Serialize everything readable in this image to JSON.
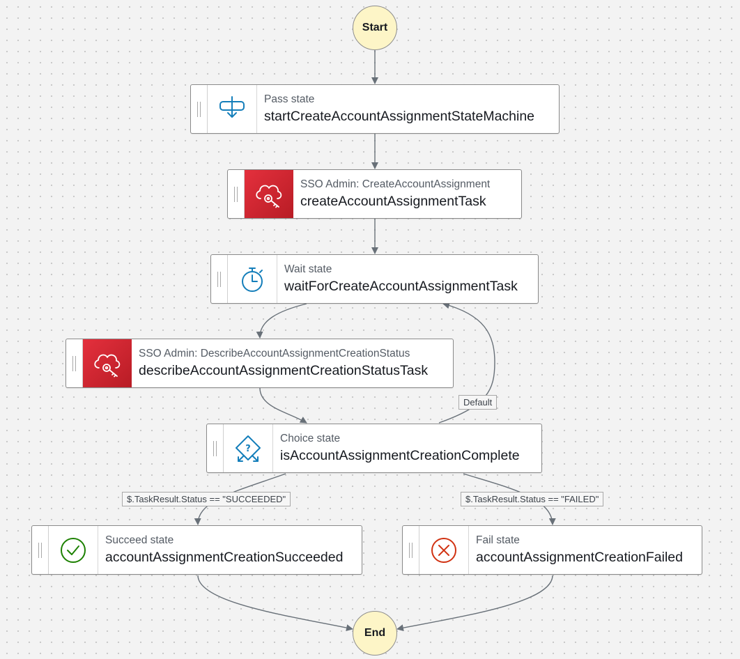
{
  "terminals": {
    "start": "Start",
    "end": "End"
  },
  "states": {
    "pass": {
      "type": "Pass state",
      "name": "startCreateAccountAssignmentStateMachine",
      "icon": "pass-state-icon"
    },
    "create": {
      "type": "SSO Admin: CreateAccountAssignment",
      "name": "createAccountAssignmentTask",
      "icon": "sso-admin-icon"
    },
    "wait": {
      "type": "Wait state",
      "name": "waitForCreateAccountAssignmentTask",
      "icon": "stopwatch-icon"
    },
    "describe": {
      "type": "SSO Admin: DescribeAccountAssignmentCreationStatus",
      "name": "describeAccountAssignmentCreationStatusTask",
      "icon": "sso-admin-icon"
    },
    "choice": {
      "type": "Choice state",
      "name": "isAccountAssignmentCreationComplete",
      "icon": "choice-icon"
    },
    "succeed": {
      "type": "Succeed state",
      "name": "accountAssignmentCreationSucceeded",
      "icon": "check-circle-icon"
    },
    "fail": {
      "type": "Fail state",
      "name": "accountAssignmentCreationFailed",
      "icon": "x-circle-icon"
    }
  },
  "edge_labels": {
    "default": "Default",
    "succeeded": "$.TaskResult.Status == \"SUCCEEDED\"",
    "failed": "$.TaskResult.Status == \"FAILED\""
  },
  "colors": {
    "icon_blue": "#147eba",
    "sso_red": "#d32f3a",
    "succeed_green": "#1d8102",
    "fail_red": "#d13212",
    "terminal_fill": "#fdf5c7",
    "edge": "#687078"
  }
}
